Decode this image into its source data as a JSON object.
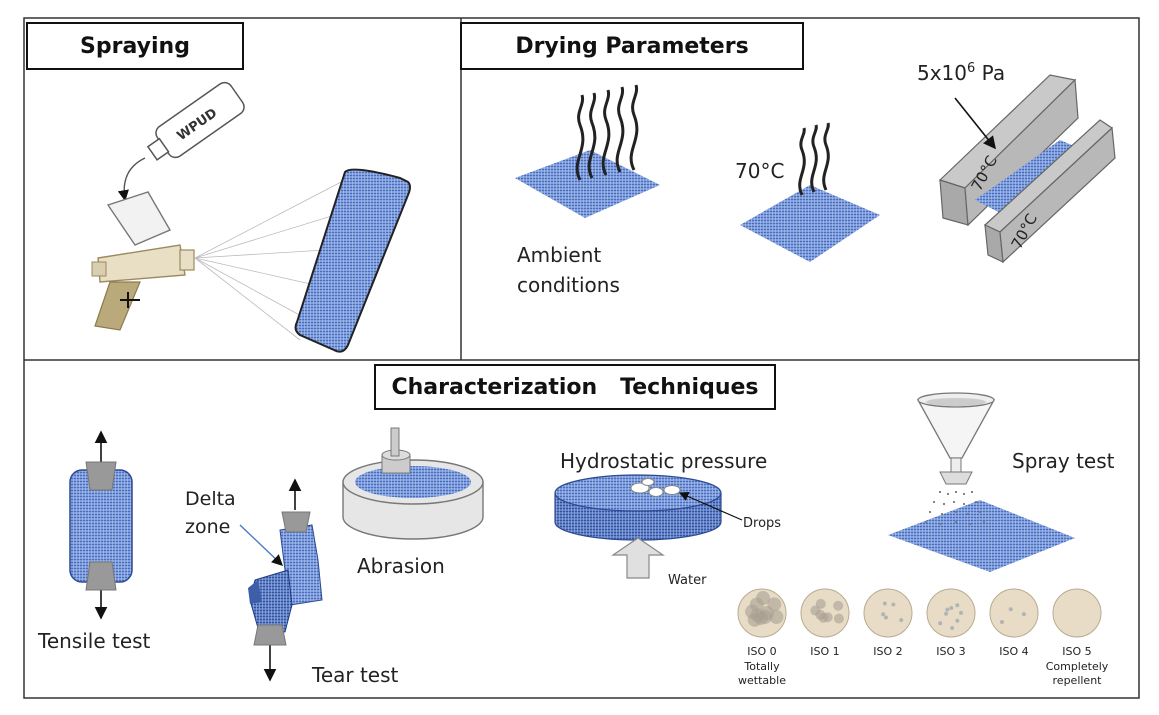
{
  "sections": {
    "spraying": {
      "title": "Spraying",
      "bottle_label": "WPUD"
    },
    "drying": {
      "title": "Drying Parameters",
      "ambient_label": "Ambient conditions",
      "oven_label": "70°C",
      "press_pressure_base": "5x10",
      "press_pressure_exp": "6",
      "press_pressure_unit": " Pa",
      "press_plate_top": "70°C",
      "press_plate_bottom": "70°C"
    },
    "characterization": {
      "title": "Characterization   Techniques",
      "tensile_label": "Tensile test",
      "tear_label": "Tear test",
      "delta_label": "Delta zone",
      "abrasion_label": "Abrasion",
      "hydrostatic_label": "Hydrostatic pressure",
      "drops_label": "Drops",
      "water_label": "Water",
      "spray_label": "Spray test",
      "iso_ratings": [
        {
          "name": "ISO 0",
          "desc": "Totally wettable"
        },
        {
          "name": "ISO 1",
          "desc": ""
        },
        {
          "name": "ISO 2",
          "desc": ""
        },
        {
          "name": "ISO 3",
          "desc": ""
        },
        {
          "name": "ISO 4",
          "desc": ""
        },
        {
          "name": "ISO 5",
          "desc": "Completely repellent"
        }
      ]
    }
  },
  "colors": {
    "fabric": "#6b8fd4",
    "fabric_dark": "#3e5fa8",
    "clamp": "#9a9a9a",
    "gun": "#e8dfc4",
    "gun_dark": "#9c8a5e",
    "iso_disc": "#e8dcc7"
  }
}
